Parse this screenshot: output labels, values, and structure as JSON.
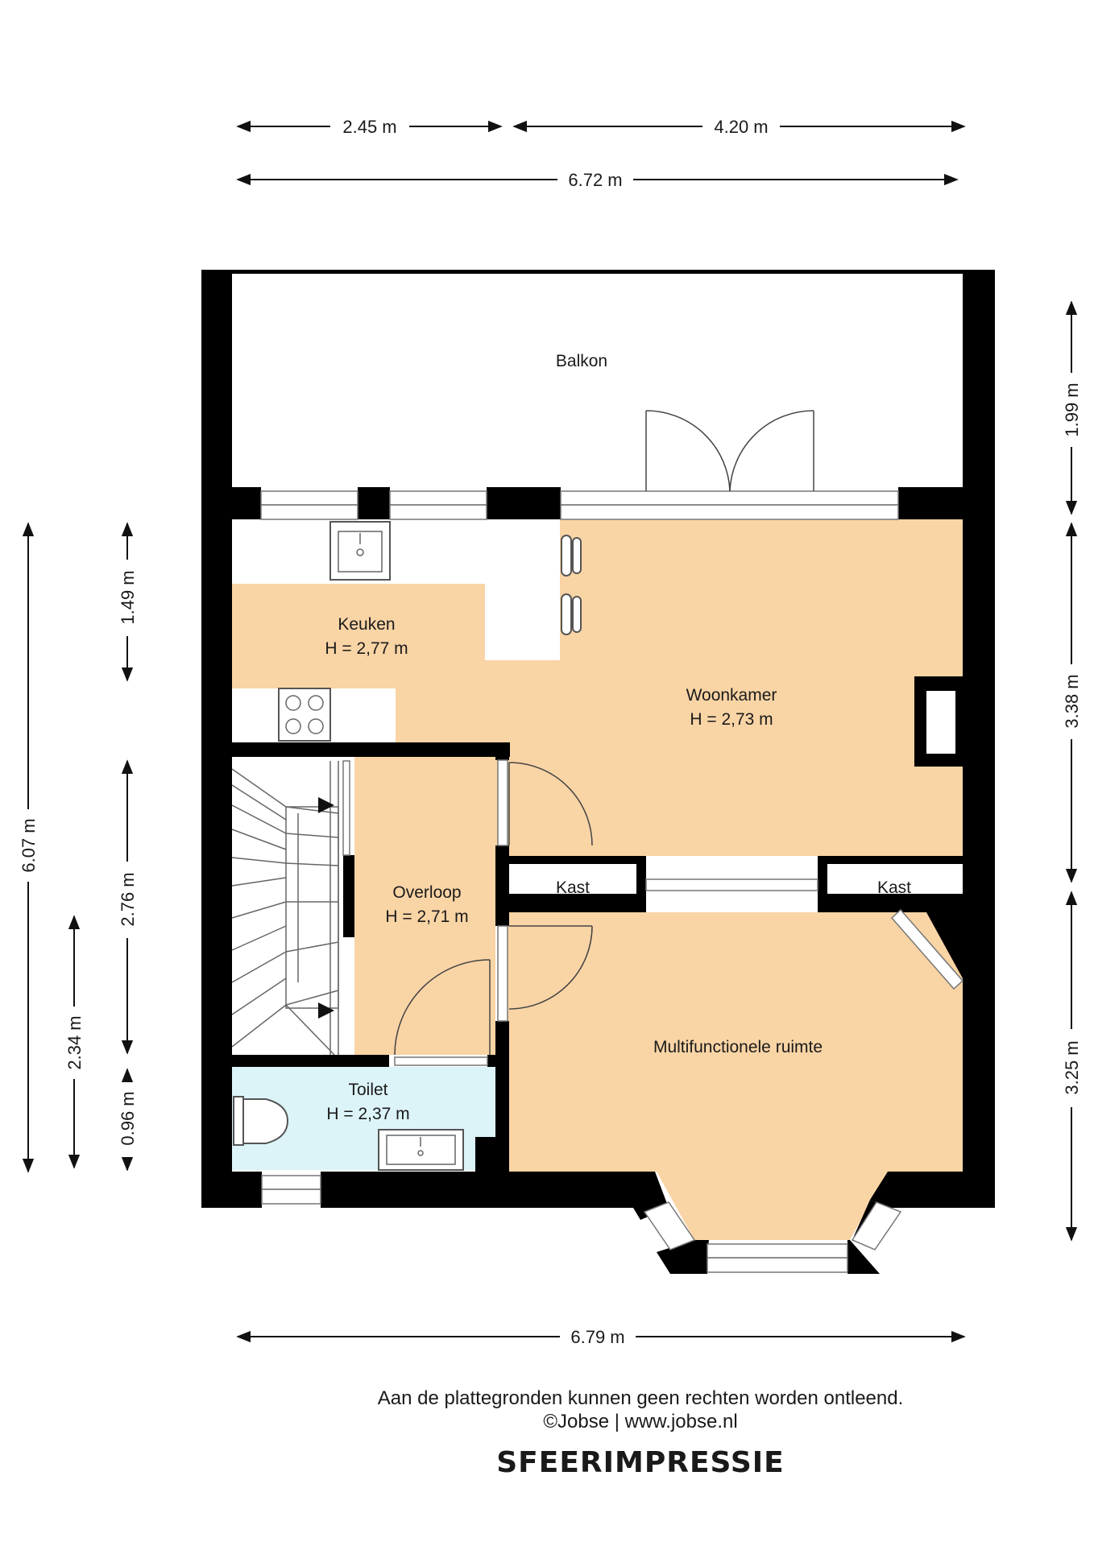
{
  "rooms": {
    "balkon": {
      "name": "Balkon"
    },
    "keuken": {
      "name": "Keuken",
      "height": "H = 2,77 m"
    },
    "woonkamer": {
      "name": "Woonkamer",
      "height": "H = 2,73 m"
    },
    "overloop": {
      "name": "Overloop",
      "height": "H = 2,71 m"
    },
    "toilet": {
      "name": "Toilet",
      "height": "H = 2,37 m"
    },
    "multifunctionele": {
      "name": "Multifunctionele ruimte"
    },
    "kast_left": {
      "name": "Kast"
    },
    "kast_right": {
      "name": "Kast"
    }
  },
  "dimensions": {
    "top_left": "2.45 m",
    "top_right": "4.20 m",
    "top_total": "6.72 m",
    "bottom_total": "6.79 m",
    "right_top": "1.99 m",
    "right_mid": "3.38 m",
    "right_bottom": "3.25 m",
    "left_total": "6.07 m",
    "left_a": "1.49 m",
    "left_b": "2.76 m",
    "left_c": "2.34 m",
    "left_d": "0.96 m"
  },
  "footer": {
    "disclaimer": "Aan de plattegronden kunnen geen rechten worden ontleend.",
    "copyright": "©Jobse | www.jobse.nl",
    "brand": "SFEERIMPRESSIE"
  },
  "colors": {
    "room_fill": "#f9d4a5",
    "toilet_fill": "#dcf4f8",
    "wall": "#000000"
  }
}
